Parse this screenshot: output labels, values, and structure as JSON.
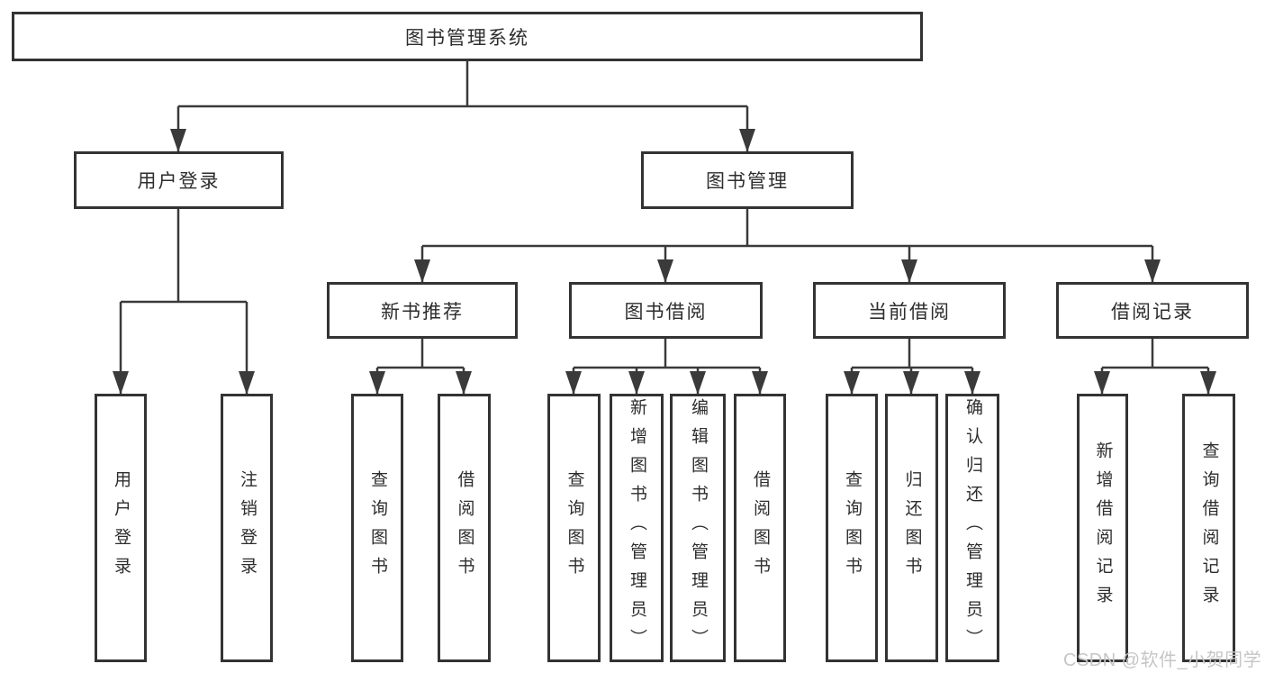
{
  "diagram": {
    "root": "图书管理系统",
    "level2": [
      "用户登录",
      "图书管理"
    ],
    "level3": [
      "新书推荐",
      "图书借阅",
      "当前借阅",
      "借阅记录"
    ],
    "leaves_user_login": [
      "用户登录",
      "注销登录"
    ],
    "leaves_new_book": [
      "查询图书",
      "借阅图书"
    ],
    "leaves_book_borrow": [
      "查询图书",
      "新增图书（管理员）",
      "编辑图书（管理员）",
      "借阅图书"
    ],
    "leaves_current_borrow": [
      "查询图书",
      "归还图书",
      "确认归还（管理员）"
    ],
    "leaves_borrow_record": [
      "新增借阅记录",
      "查询借阅记录"
    ]
  },
  "watermark": "CSDN @软件_小贺同学",
  "colors": {
    "line": "#3a3a3a",
    "box_border": "#333333",
    "text": "#2d2d2d",
    "watermark": "#c6c6c6",
    "background": "#ffffff"
  }
}
